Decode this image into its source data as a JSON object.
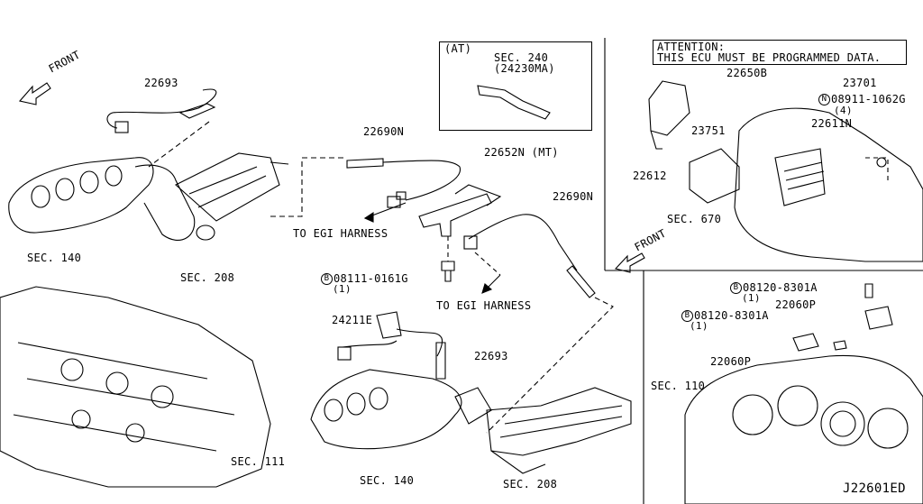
{
  "diagram_code": "J22601ED",
  "front_arrows": [
    "FRONT",
    "FRONT"
  ],
  "at_box": {
    "tag": "(AT)",
    "sec": "SEC. 240",
    "part": "(24230MA)"
  },
  "attention": {
    "line1": "ATTENTION:",
    "line2": "THIS ECU MUST BE PROGRAMMED DATA."
  },
  "parts": {
    "p22693_top": "22693",
    "p22690N_a": "22690N",
    "p22652N": "22652N (MT)",
    "p22690N_b": "22690N",
    "to_egi_1": "TO EGI HARNESS",
    "to_egi_2": "TO EGI HARNESS",
    "sec140_top": "SEC. 140",
    "sec208_top": "SEC. 208",
    "bolt_08111": "08111-0161G",
    "bolt_08111_qty": "(1)",
    "p24211E": "24211E",
    "p22693_bot": "22693",
    "sec140_bot": "SEC. 140",
    "sec208_bot": "SEC. 208",
    "sec111": "SEC. 111",
    "p23701": "23701",
    "p22650B": "22650B",
    "nut_08911": "08911-1062G",
    "nut_08911_qty": "(4)",
    "p22611N": "22611N",
    "p23751": "23751",
    "p22612": "22612",
    "sec670": "SEC. 670",
    "bolt_08120_a": "08120-8301A",
    "bolt_08120_a_qty": "(1)",
    "p22060P_a": "22060P",
    "bolt_08120_b": "08120-8301A",
    "bolt_08120_b_qty": "(1)",
    "p22060P_b": "22060P",
    "sec110": "SEC. 110"
  },
  "circle_marks": {
    "b": "B",
    "n": "N"
  }
}
